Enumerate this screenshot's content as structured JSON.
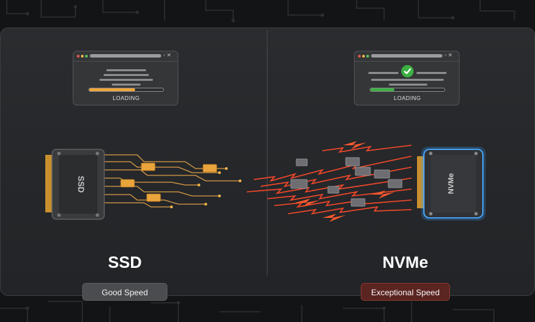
{
  "left": {
    "browser": {
      "controls": "▫ ✕",
      "loading_label": "LOADING",
      "progress": 0.62
    },
    "drive_label": "SSD",
    "title": "SSD",
    "badge": "Good Speed"
  },
  "right": {
    "browser": {
      "controls": "▫ ✕",
      "loading_label": "LOADING",
      "progress": 0.32
    },
    "drive_label": "NVMe",
    "title": "NVMe",
    "badge": "Exceptional Speed"
  },
  "colors": {
    "ssd_accent": "#f0a63a",
    "nvme_accent": "#ff4a2a",
    "nvme_glow": "#3aa0ff",
    "success": "#3cb043"
  },
  "icons": [
    "checkmark-icon",
    "window-close-icon",
    "window-restore-icon"
  ]
}
